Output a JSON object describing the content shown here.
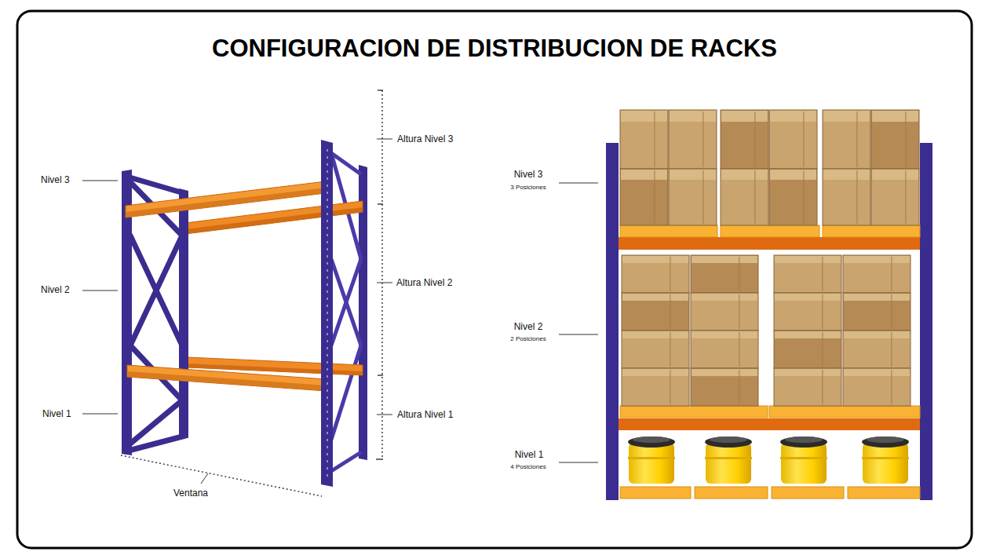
{
  "diagram": {
    "title": "CONFIGURACION DE DISTRIBUCION DE RACKS",
    "labels": [
      "Nivel 3",
      "Nivel 2",
      "Nivel 1",
      "Ventana",
      "Altura Nivel 3",
      "Altura Nivel 2",
      "Altura Nivel 1",
      "Nivel 3",
      "3 Posiciones",
      "Nivel 2",
      "2 Posiciones",
      "Nivel 1",
      "4 Posiciones"
    ]
  }
}
